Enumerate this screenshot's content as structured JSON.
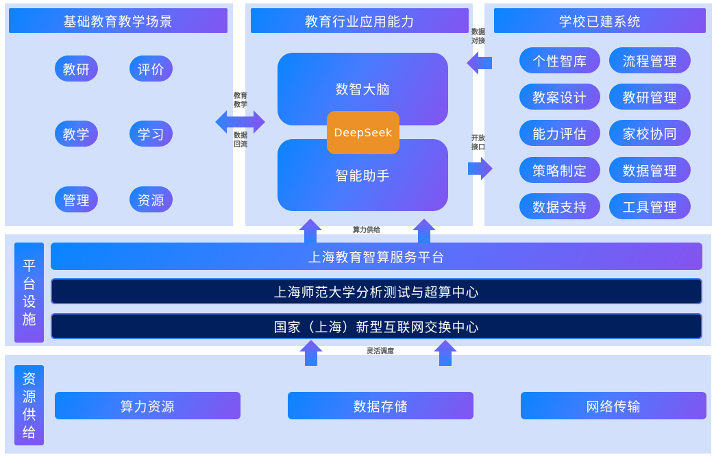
{
  "panels": {
    "basic_scenarios": {
      "title": "基础教育教学场景",
      "items": [
        "教研",
        "评价",
        "教学",
        "学习",
        "管理",
        "资源"
      ]
    },
    "industry_capability": {
      "title": "教育行业应用能力",
      "core_top": "数智大脑",
      "core_bottom": "智能助手",
      "model": "DeepSeek"
    },
    "school_systems": {
      "title": "学校已建系统",
      "items": [
        "个性智库",
        "流程管理",
        "教案设计",
        "教研管理",
        "能力评估",
        "家校协同",
        "策略制定",
        "数据管理",
        "数据支持",
        "工具管理"
      ]
    }
  },
  "connectors": {
    "left_top": "教育\n教学",
    "left_top_l1": "教育",
    "left_top_l2": "教学",
    "left_bottom_l1": "数据",
    "left_bottom_l2": "回流",
    "right_top_l1": "数据",
    "right_top_l2": "对接",
    "right_bottom_l1": "开放",
    "right_bottom_l2": "接口",
    "compute_supply": "算力供给",
    "flexible_dispatch": "灵活调度"
  },
  "platform": {
    "side_label": [
      "平",
      "台",
      "设",
      "施"
    ],
    "bars": [
      "上海教育智算服务平台",
      "上海师范大学分析测试与超算中心",
      "国家（上海）新型互联网交换中心"
    ]
  },
  "resources": {
    "side_label": [
      "资",
      "源",
      "供",
      "给"
    ],
    "items": [
      "算力资源",
      "数据存储",
      "网络传输"
    ]
  },
  "colors": {
    "panel_bg": "#d3e0fb",
    "gradient_start": "#0a84ff",
    "gradient_end": "#8354f0",
    "dark_bar": "#001f5c",
    "deepseek": "#eb9128",
    "note_text": "#555555"
  }
}
